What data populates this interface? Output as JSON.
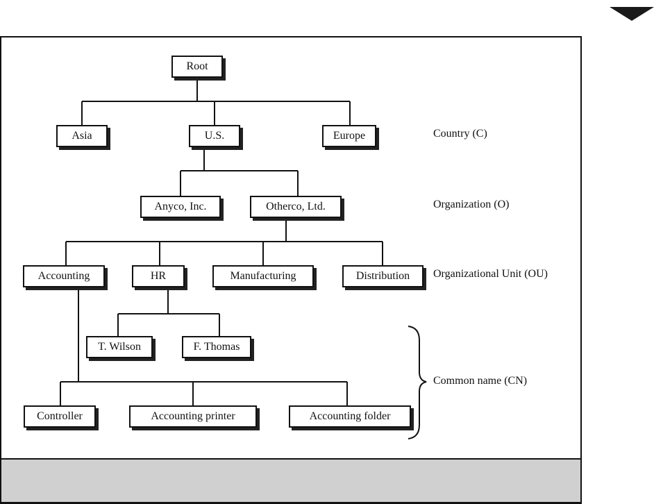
{
  "nodes": {
    "root": "Root",
    "asia": "Asia",
    "us": "U.S.",
    "europe": "Europe",
    "anyco": "Anyco, Inc.",
    "otherco": "Otherco, Ltd.",
    "accounting": "Accounting",
    "hr": "HR",
    "manufacturing": "Manufacturing",
    "distribution": "Distribution",
    "twilson": "T. Wilson",
    "fthomas": "F. Thomas",
    "controller": "Controller",
    "acct_printer": "Accounting printer",
    "acct_folder": "Accounting folder"
  },
  "levels": {
    "country": "Country (C)",
    "organization": "Organization (O)",
    "org_unit": "Organizational Unit (OU)",
    "common_name": "Common name (CN)"
  }
}
